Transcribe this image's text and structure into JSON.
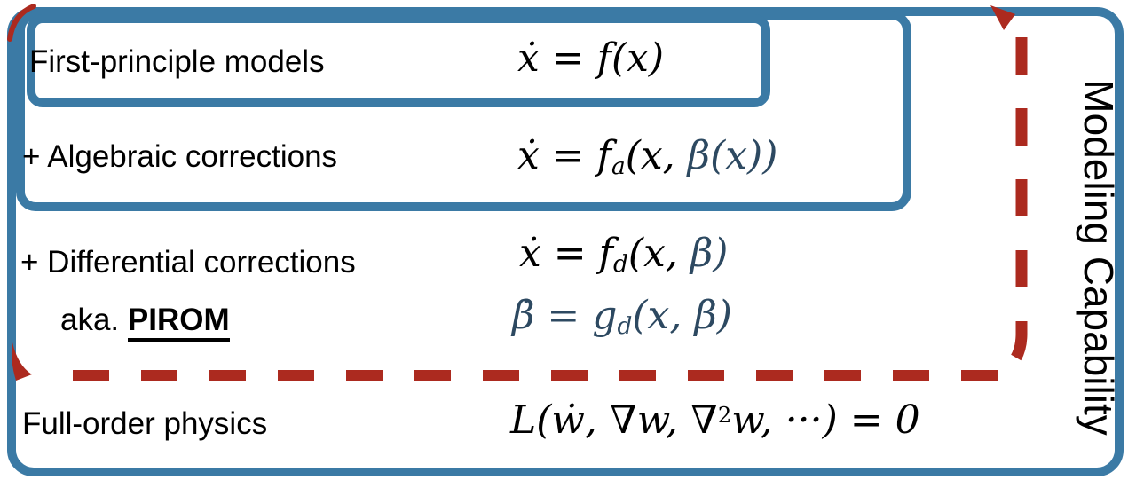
{
  "colors": {
    "box_border": "#3b7aa5",
    "equation_accent": "#2d4961",
    "arrow_red": "#ac2a1f",
    "text": "#000000"
  },
  "rows": {
    "first_principle": {
      "label": "First-principle models",
      "equation": "ẋ = f(x)"
    },
    "algebraic": {
      "label": "+ Algebraic corrections",
      "eq_pre": "ẋ = f",
      "eq_sub": "a",
      "eq_mid": "(x,",
      "eq_accent": " β(x))"
    },
    "differential": {
      "label": "+ Differential corrections",
      "aka_prefix": "aka. ",
      "aka_name": "PIROM",
      "eq1_pre": "ẋ = f",
      "eq1_sub": "d",
      "eq1_mid": "(x,",
      "eq1_accent": " β)",
      "eq2_pre": "β̇ = g",
      "eq2_sub": "d",
      "eq2_post": "(x, β)"
    },
    "full_order": {
      "label": "Full-order physics",
      "eq_pre": "L(ẇ, ∇w, ∇",
      "eq_sup": "2",
      "eq_post": "w, ···) = 0"
    }
  },
  "side_label": "Modeling Capability"
}
